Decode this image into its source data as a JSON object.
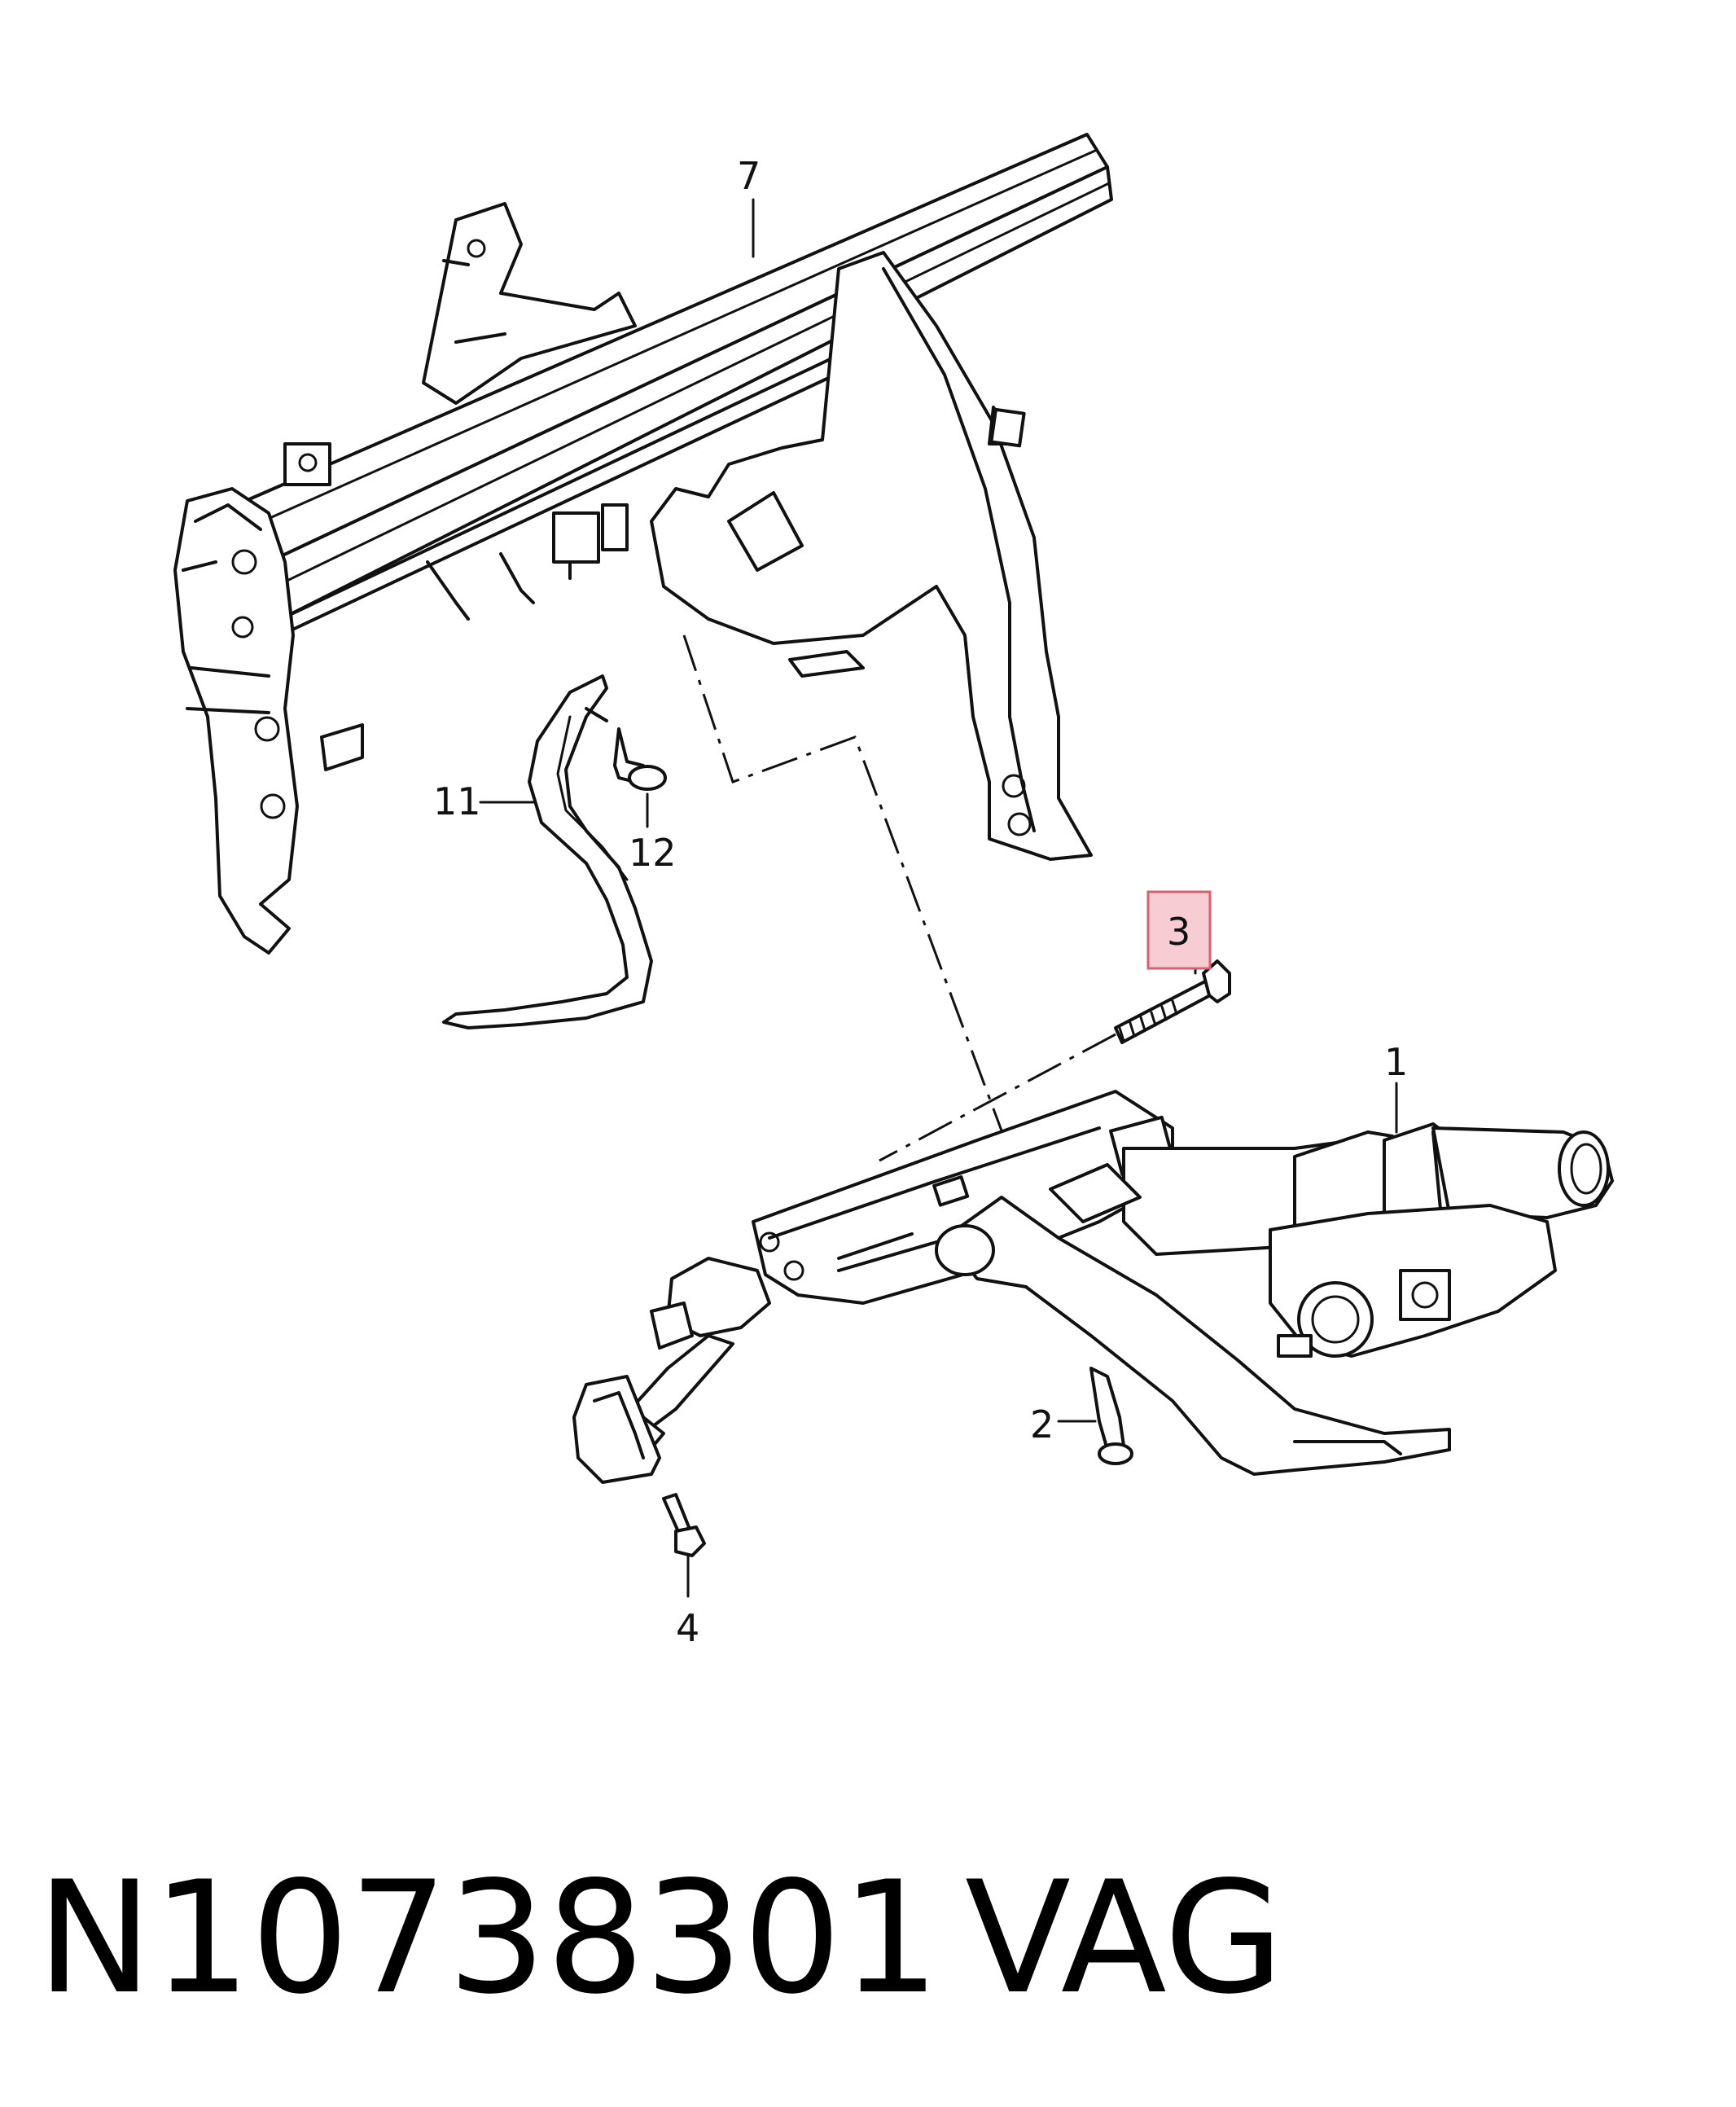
{
  "callouts": {
    "c1": "1",
    "c2": "2",
    "c3": "3",
    "c4": "4",
    "c7": "7",
    "c11": "11",
    "c12": "12"
  },
  "highlight": {
    "part": "3",
    "color": "#f7cdd3",
    "border": "#d9606f"
  },
  "footer": {
    "part_number": "N10738301",
    "brand": "VAG"
  }
}
